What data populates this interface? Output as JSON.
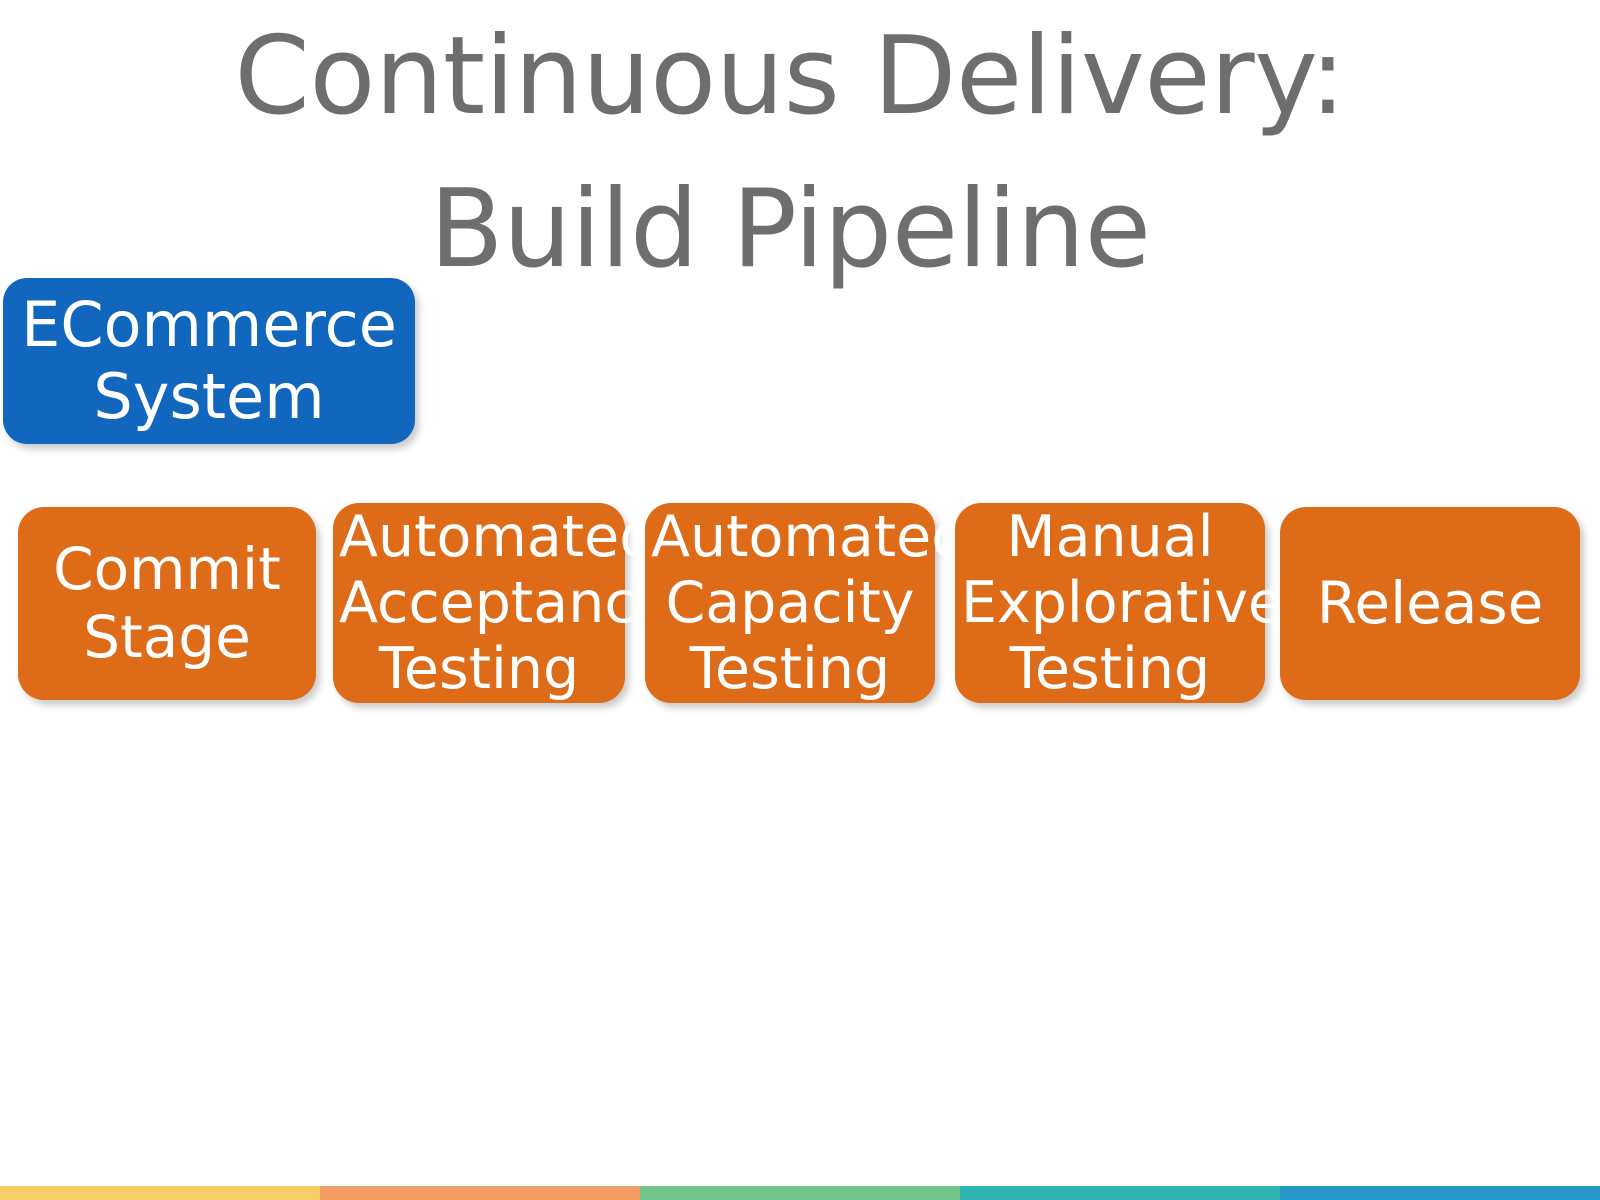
{
  "slide": {
    "background_color": "#ffffff",
    "title": {
      "color": "#6e6e6e",
      "line1": "Continuous Delivery:",
      "line2": "Build Pipeline"
    },
    "system_node": {
      "label": "ECommerce\nSystem",
      "color": "#1067bd",
      "text_color": "#ffffff"
    },
    "pipeline": {
      "stage_color": "#dd6b18",
      "stage_text_color": "#ffffff",
      "stages": [
        {
          "label": "Commit\nStage"
        },
        {
          "label": "Automated\nAcceptance\nTesting"
        },
        {
          "label": "Automated\nCapacity\nTesting"
        },
        {
          "label": "Manual\nExplorative\nTesting"
        },
        {
          "label": "Release"
        }
      ]
    },
    "bottom_bar": {
      "segments": [
        {
          "name": "segment-yellow",
          "color": "#f7cd65"
        },
        {
          "name": "segment-orange",
          "color": "#f09c63"
        },
        {
          "name": "segment-green",
          "color": "#72c588"
        },
        {
          "name": "segment-teal",
          "color": "#2eb5b0"
        },
        {
          "name": "segment-blue",
          "color": "#2799c9"
        }
      ]
    }
  }
}
